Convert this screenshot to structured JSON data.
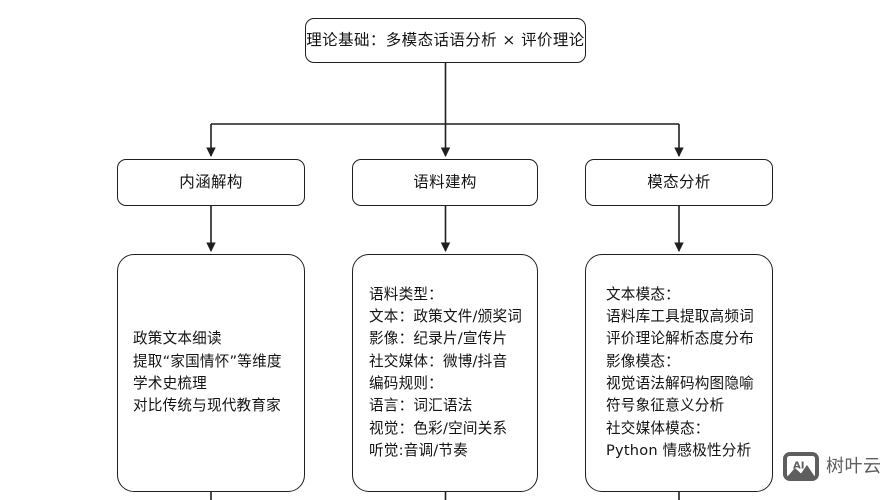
{
  "diagram": {
    "background": "#ffffff",
    "stroke_color": "#1f1f1f",
    "text_color": "#131313",
    "root": {
      "label": "理论基础：多模态话语分析 × 评价理论"
    },
    "branches": [
      {
        "label": "内涵解构"
      },
      {
        "label": "语料建构"
      },
      {
        "label": "模态分析"
      }
    ],
    "details": [
      {
        "lines": [
          "政策文本细读",
          "提取“家国情怀”等维度",
          "学术史梳理",
          "对比传统与现代教育家"
        ]
      },
      {
        "lines": [
          "语料类型：",
          "文本：政策文件/颁奖词",
          "影像：纪录片/宣传片",
          "社交媒体：微博/抖音",
          "编码规则：",
          "语言：词汇语法",
          "视觉：色彩/空间关系",
          "听觉:音调/节奏"
        ]
      },
      {
        "lines": [
          "文本模态：",
          "语料库工具提取高频词",
          "评价理论解析态度分布",
          "影像模态：",
          "视觉语法解码构图隐喻",
          "符号象征意义分析",
          "社交媒体模态：",
          "Python 情感极性分析"
        ]
      }
    ]
  },
  "watermark": {
    "icon": "ai-image-icon",
    "icon_text": "AI",
    "text": "树叶云",
    "color": "#5e5e5e"
  }
}
